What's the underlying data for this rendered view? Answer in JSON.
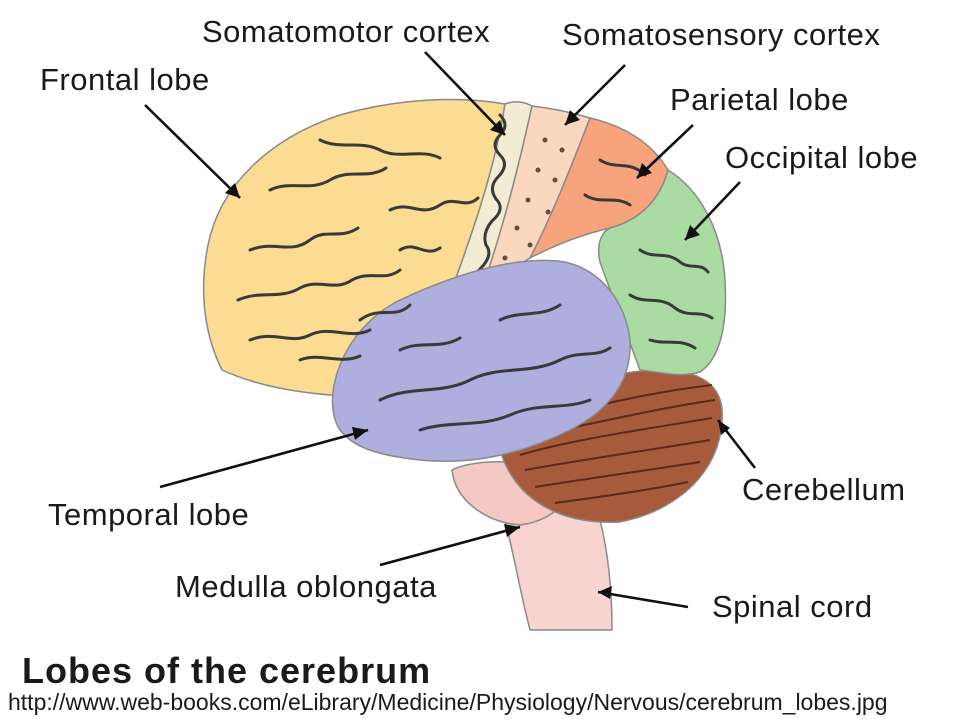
{
  "diagram": {
    "title": "Lobes of the cerebrum",
    "source_url": "http://www.web-books.com/eLibrary/Medicine/Physiology/Nervous/cerebrum_lobes.jpg",
    "labels": {
      "somatomotor": "Somatomotor cortex",
      "somatosensory": "Somatosensory cortex",
      "frontal": "Frontal lobe",
      "parietal": "Parietal lobe",
      "occipital": "Occipital lobe",
      "temporal": "Temporal lobe",
      "cerebellum": "Cerebellum",
      "medulla": "Medulla oblongata",
      "spinal": "Spinal cord"
    },
    "colors": {
      "frontal": "#fbdc92",
      "somatomotor": "#f3ecd2",
      "somatosensory": "#fbd8bd",
      "parietal": "#f7a47c",
      "occipital": "#a9dba3",
      "temporal": "#aeaedf",
      "cerebellum": "#a85a3c",
      "brainstem": "#f8d4d0"
    }
  }
}
